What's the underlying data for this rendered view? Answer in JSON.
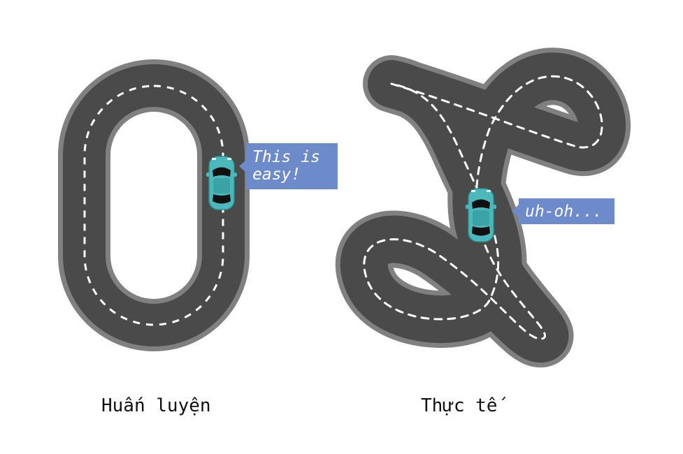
{
  "panels": [
    {
      "caption": "Huấn luyện",
      "bubble": [
        "This is",
        "easy!"
      ]
    },
    {
      "caption": "Thực tế",
      "bubble": [
        "uh-oh..."
      ]
    }
  ],
  "colors": {
    "road_edge": "#808080",
    "asphalt": "#4a4a4a",
    "lane_marking": "#ffffff",
    "bubble": "#6d8bcb",
    "car_body": "#4bb8bb",
    "car_glass": "#111111"
  },
  "icons": [
    "car-icon",
    "speech-bubble"
  ]
}
